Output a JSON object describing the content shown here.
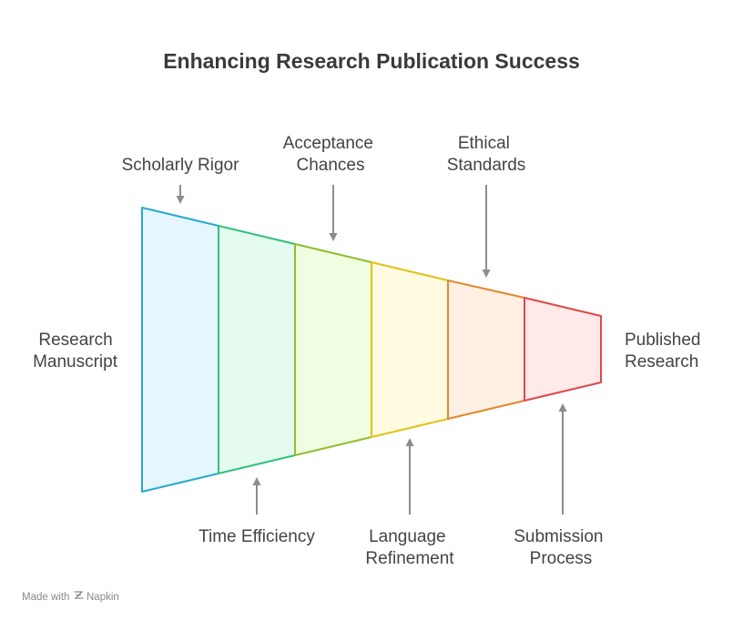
{
  "title": "Enhancing Research Publication Success",
  "input_label": [
    "Research",
    "Manuscript"
  ],
  "output_label": [
    "Published",
    "Research"
  ],
  "stages": [
    {
      "label": [
        "Scholarly Rigor"
      ],
      "fill": "#e6f6fd",
      "edge": "#27a8d6"
    },
    {
      "label": [
        "Time Efficiency"
      ],
      "fill": "#e5fbef",
      "edge": "#2fc27a"
    },
    {
      "label": [
        "Acceptance",
        "Chances"
      ],
      "fill": "#f1fde0",
      "edge": "#8fbf2e"
    },
    {
      "label": [
        "Language",
        "Refinement"
      ],
      "fill": "#fefbe0",
      "edge": "#e0c21a"
    },
    {
      "label": [
        "Ethical",
        "Standards"
      ],
      "fill": "#fff0e3",
      "edge": "#e4862a"
    },
    {
      "label": [
        "Submission",
        "Process"
      ],
      "fill": "#ffe9e9",
      "edge": "#e04848"
    }
  ],
  "arrow_color": "#8c8c8c",
  "footer": {
    "prefix": "Made with",
    "brand": "Napkin"
  }
}
